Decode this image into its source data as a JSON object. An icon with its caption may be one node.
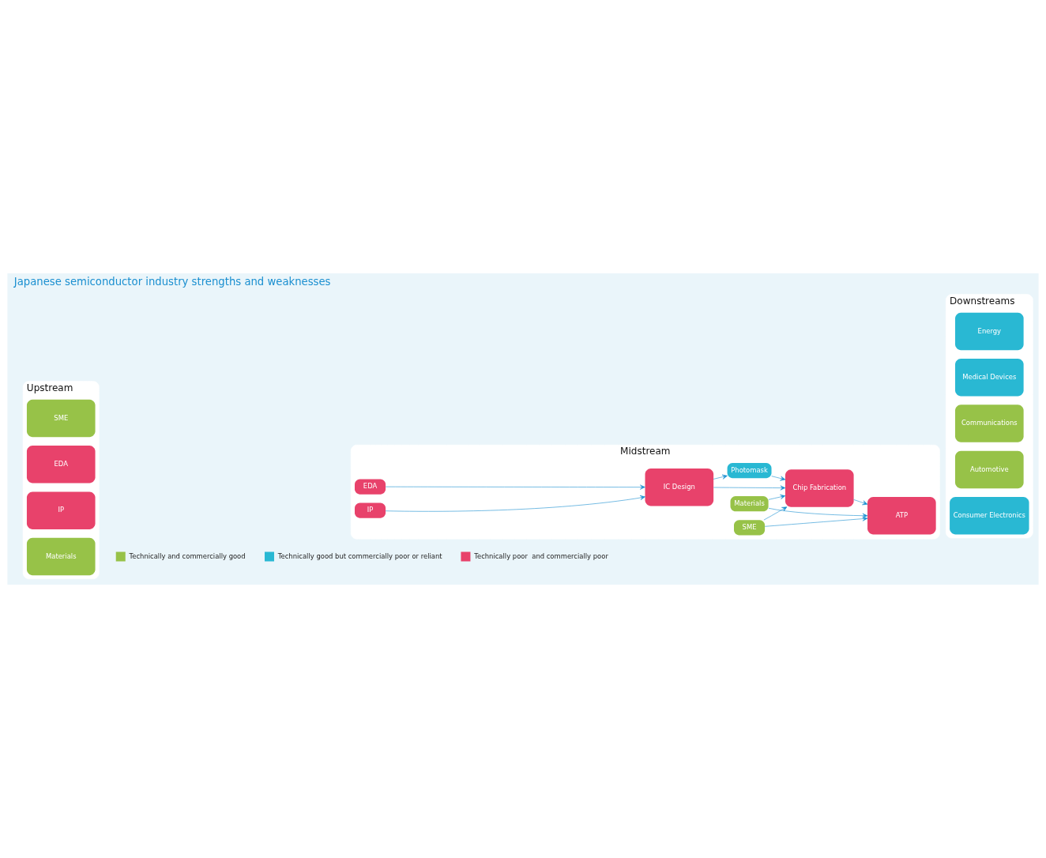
{
  "diagram": {
    "title": "Japanese semiconductor industry strengths and weaknesses",
    "nodes": [
      {
        "text": [
          "Upstream"
        ]
      },
      {
        "text": [
          "IP"
        ],
        "in": 0
      },
      {
        "text": [
          "EDA"
        ],
        "in": 0
      },
      {
        "text": [
          "SME"
        ],
        "in": 0
      },
      {
        "text": [
          "Materials"
        ],
        "in": 0
      },
      {
        "text": [
          "Midstream"
        ]
      },
      {
        "text": [
          "IP"
        ],
        "in": 5
      },
      {
        "text": [
          "EDA"
        ],
        "in": 5
      },
      {
        "text": [
          "Materials"
        ],
        "in": 5
      },
      {
        "text": [
          "IC Design"
        ],
        "in": 5
      },
      {
        "text": [
          "Chip Fabrication"
        ],
        "in": 5
      },
      {
        "text": [
          "ATP"
        ],
        "in": 5
      },
      {
        "text": [
          "Photomask"
        ],
        "in": 5
      },
      {
        "text": [
          "SME"
        ],
        "in": 5
      },
      {
        "text": [
          "Downstreams"
        ]
      },
      {
        "text": [
          "Consumer Electronics"
        ],
        "in": 14
      },
      {
        "text": [
          "Automotive"
        ],
        "in": 14
      },
      {
        "text": [
          "Communications"
        ],
        "in": 14
      },
      {
        "text": [
          "Medical Devices"
        ],
        "in": 14
      },
      {
        "text": [
          "Energy"
        ],
        "in": 14
      }
    ],
    "edges": [
      {
        "from": 6,
        "to": 9,
        "arrow": "to"
      },
      {
        "from": 7,
        "to": 9,
        "arrow": "to"
      },
      {
        "from": 8,
        "to": 10,
        "arrow": "to"
      },
      {
        "from": 8,
        "to": 11,
        "arrow": "to"
      },
      {
        "from": 9,
        "to": 10,
        "arrow": "to"
      },
      {
        "from": 10,
        "to": 11,
        "arrow": "to"
      },
      {
        "from": 9,
        "to": 12,
        "arrow": "to"
      },
      {
        "from": 12,
        "to": 10,
        "arrow": "to"
      },
      {
        "from": 13,
        "to": 10,
        "arrow": "to"
      },
      {
        "from": 13,
        "to": 11,
        "arrow": "to"
      }
    ],
    "legend": [
      {
        "text": "Technically and commercially good",
        "color": "#97c248"
      },
      {
        "text": "Technically good but commercially poor or reliant",
        "color": "#29b8d3"
      },
      {
        "text": "Technically poor  and commercially poor",
        "color": "#e8426b"
      }
    ]
  }
}
